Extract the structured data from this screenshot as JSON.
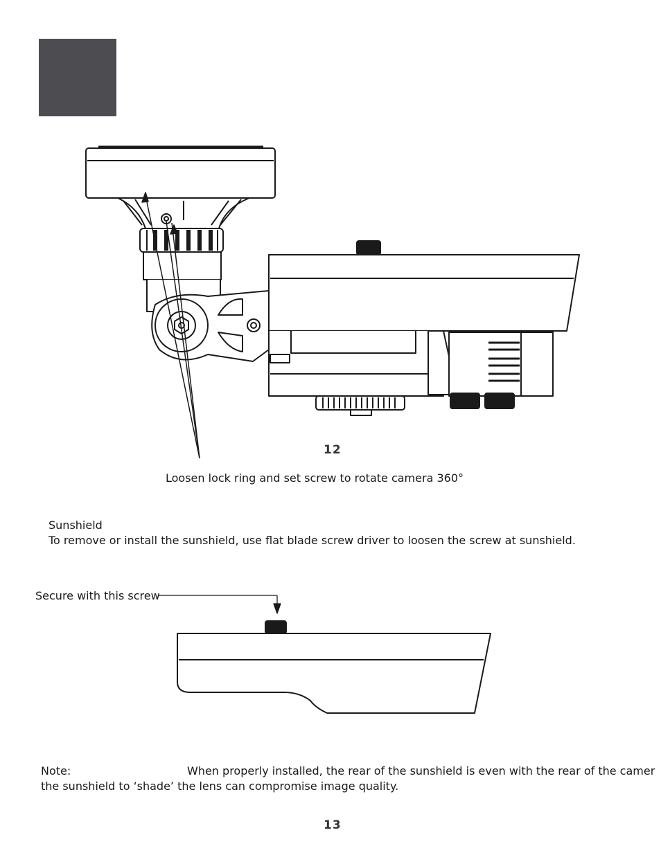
{
  "page": {
    "upper_page_number": "12",
    "lower_page_number": "13"
  },
  "figure_caption": "Loosen lock ring and set screw to rotate camera 360°",
  "sunshield": {
    "title": "Sunshield",
    "body": "To remove or install the sunshield, use flat blade screw driver to loosen the screw at sunshield."
  },
  "sunshield_callout": "Secure with this screw",
  "note": {
    "label": "Note:",
    "line1": "When properly installed, the rear of the sunshield is even with the rear of the camer",
    "line2": "the sunshield to ‘shade’ the lens can compromise image quality."
  },
  "colors": {
    "corner_block": "#4d4d51",
    "line_art": "#1a1a1a"
  }
}
